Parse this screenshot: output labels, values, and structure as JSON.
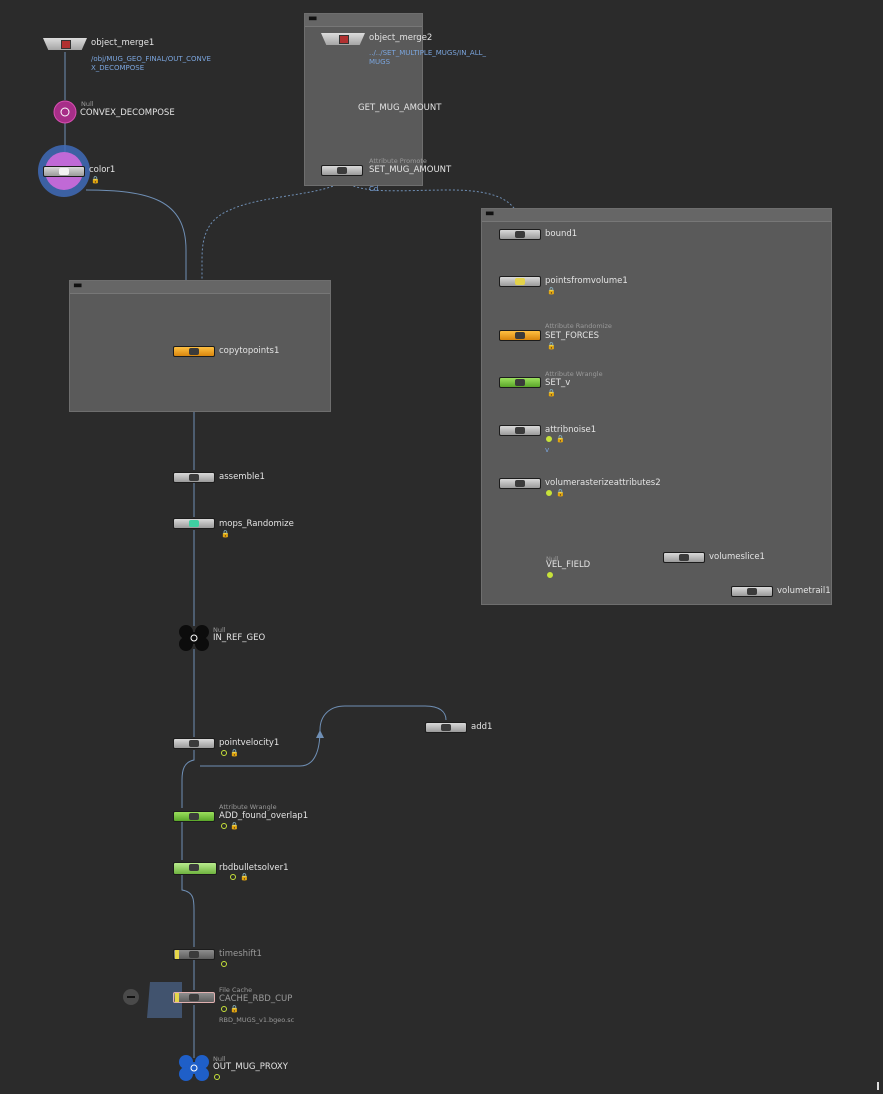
{
  "nodes": {
    "object_merge1": {
      "label": "object_merge1",
      "path": "/obj/MUG_GEO_FINAL/OUT_CONVE",
      "path2": "X_DECOMPOSE"
    },
    "convex_decompose": {
      "type": "Null",
      "label": "CONVEX_DECOMPOSE"
    },
    "color1": {
      "label": "color1"
    },
    "object_merge2": {
      "label": "object_merge2",
      "path": "../../SET_MULTIPLE_MUGS/IN_ALL_",
      "path2": "MUGS"
    },
    "get_mug_amount": {
      "label": "GET_MUG_AMOUNT"
    },
    "set_mug_amount": {
      "type": "Attribute Promote",
      "label": "SET_MUG_AMOUNT",
      "attr": "Cd"
    },
    "copytopoints1": {
      "label": "copytopoints1"
    },
    "assemble1": {
      "label": "assemble1"
    },
    "mops_randomize": {
      "label": "mops_Randomize"
    },
    "in_ref_geo": {
      "type": "Null",
      "label": "IN_REF_GEO"
    },
    "pointvelocity1": {
      "label": "pointvelocity1"
    },
    "add1": {
      "label": "add1"
    },
    "add_found_overlap1": {
      "type": "Attribute Wrangle",
      "label": "ADD_found_overlap1"
    },
    "rbdbulletsolver1": {
      "label": "rbdbulletsolver1"
    },
    "timeshift1": {
      "label": "timeshift1"
    },
    "cache_rbd_cup": {
      "type": "File Cache",
      "label": "CACHE_RBD_CUP",
      "path": "RBD_MUGS_v1.bgeo.sc"
    },
    "out_mug_proxy": {
      "type": "Null",
      "label": "OUT_MUG_PROXY"
    },
    "bound1": {
      "label": "bound1"
    },
    "pointsfromvolume1": {
      "label": "pointsfromvolume1"
    },
    "set_forces": {
      "type": "Attribute Randomize",
      "label": "SET_FORCES"
    },
    "set_v": {
      "type": "Attribute Wrangle",
      "label": "SET_v"
    },
    "attribnoise1": {
      "label": "attribnoise1",
      "attr": "v"
    },
    "volumerasterizeattributes2": {
      "label": "volumerasterizeattributes2"
    },
    "vel_field": {
      "type": "Null",
      "label": "VEL_FIELD"
    },
    "volumeslice1": {
      "label": "volumeslice1"
    },
    "volumetrail1": {
      "label": "volumetrail1"
    }
  },
  "colors": {
    "background": "#2b2b2b",
    "network_box": "#5a5a5a",
    "wire": "#6f8fb5",
    "magenta_node": "#c0379a",
    "orange_node": "#f0a21d",
    "green_node": "#7ac83e",
    "yellow_node": "#d9c74a",
    "purple_node": "#5b3fbf",
    "blue_node": "#2e6fd6",
    "flag": "#c7e23a"
  }
}
